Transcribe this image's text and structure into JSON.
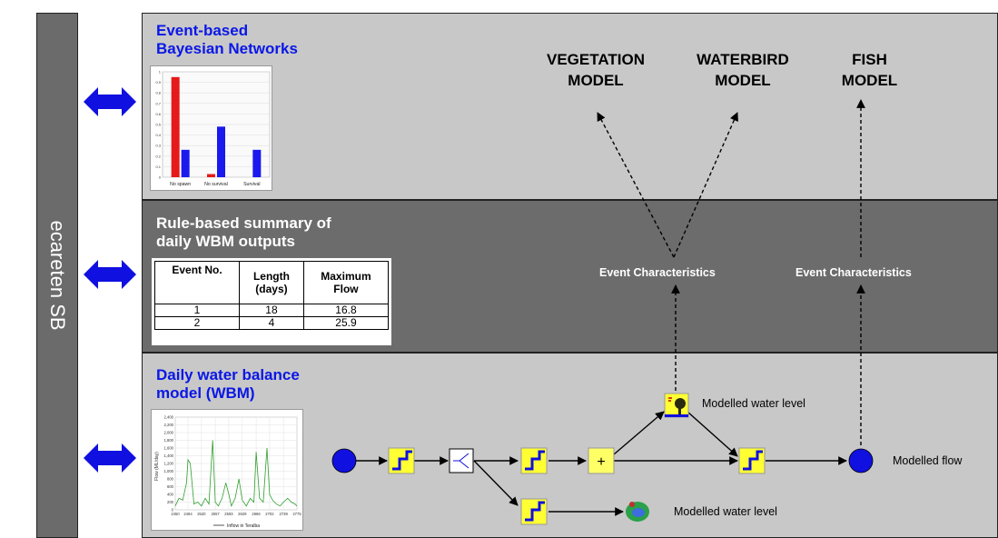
{
  "left_label": "ecareten SB",
  "band1": {
    "title_line1": "Event-based",
    "title_line2": "Bayesian Networks"
  },
  "band2": {
    "title_line1": "Rule-based summary of",
    "title_line2": "daily WBM outputs"
  },
  "band3": {
    "title_line1": "Daily water balance",
    "title_line2": "model (WBM)"
  },
  "models": {
    "vegetation": [
      "VEGETATION",
      "MODEL"
    ],
    "waterbird": [
      "WATERBIRD",
      "MODEL"
    ],
    "fish": [
      "FISH",
      "MODEL"
    ]
  },
  "event_characteristics": [
    "Event Characteristics",
    "Event Characteristics"
  ],
  "table": {
    "headers": [
      [
        "Event No."
      ],
      [
        "Length",
        "(days)"
      ],
      [
        "Maximum",
        "Flow"
      ]
    ],
    "rows": [
      [
        "1",
        "18",
        "16.8"
      ],
      [
        "2",
        "4",
        "25.9"
      ]
    ]
  },
  "labels": {
    "modelled_water_level_top": "Modelled water level",
    "modelled_water_level_bottom": "Modelled water level",
    "modelled_flow": "Modelled flow",
    "plus": "+"
  },
  "bn_chart": {
    "type": "bar",
    "categories": [
      "No spawn",
      "No survival",
      "Survival"
    ],
    "series": [
      {
        "values": [
          0.95,
          0.03,
          0.0
        ]
      },
      {
        "values": [
          0.26,
          0.48,
          0.26
        ]
      }
    ],
    "yticks": [
      "1",
      "0.9",
      "0.8",
      "0.7",
      "0.6",
      "0.5",
      "0.4",
      "0.3",
      "0.2",
      "0.1",
      "0"
    ],
    "colors": [
      "#e51a1a",
      "#1a1aee"
    ],
    "ylim": [
      0,
      1
    ]
  },
  "wbm_chart": {
    "type": "line",
    "yticks": [
      "2,400",
      "2,200",
      "2,000",
      "1,800",
      "1,600",
      "1,400",
      "1,200",
      "1,000",
      "800",
      "600",
      "400",
      "200",
      "0"
    ],
    "xticks": [
      "2450",
      "2484",
      "2520",
      "2557",
      "2593",
      "2629",
      "2666",
      "2702",
      "2739",
      "2775"
    ],
    "ylabel": "Flow (ML/day)",
    "legend": "Inflow in Teralba",
    "color": "#2e9e2e",
    "x": [
      2450,
      2460,
      2470,
      2480,
      2484,
      2490,
      2500,
      2510,
      2520,
      2530,
      2540,
      2550,
      2557,
      2565,
      2575,
      2585,
      2593,
      2600,
      2610,
      2620,
      2629,
      2640,
      2650,
      2660,
      2666,
      2675,
      2685,
      2695,
      2702,
      2710,
      2720,
      2730,
      2739,
      2750,
      2760,
      2770,
      2775
    ],
    "y": [
      100,
      300,
      250,
      700,
      1300,
      1200,
      150,
      200,
      100,
      300,
      150,
      1800,
      200,
      100,
      300,
      700,
      400,
      100,
      300,
      800,
      250,
      100,
      300,
      200,
      1500,
      300,
      200,
      1600,
      400,
      250,
      150,
      100,
      200,
      300,
      200,
      150,
      100
    ],
    "ylim": [
      0,
      2400
    ],
    "xlim": [
      2450,
      2775
    ]
  },
  "colors": {
    "blue_title": "#0a17e6",
    "dark_band": "#6c6c6c",
    "light_band": "#c8c8c8",
    "node_yellow": "#ffff33",
    "node_blue": "#1010e0"
  }
}
